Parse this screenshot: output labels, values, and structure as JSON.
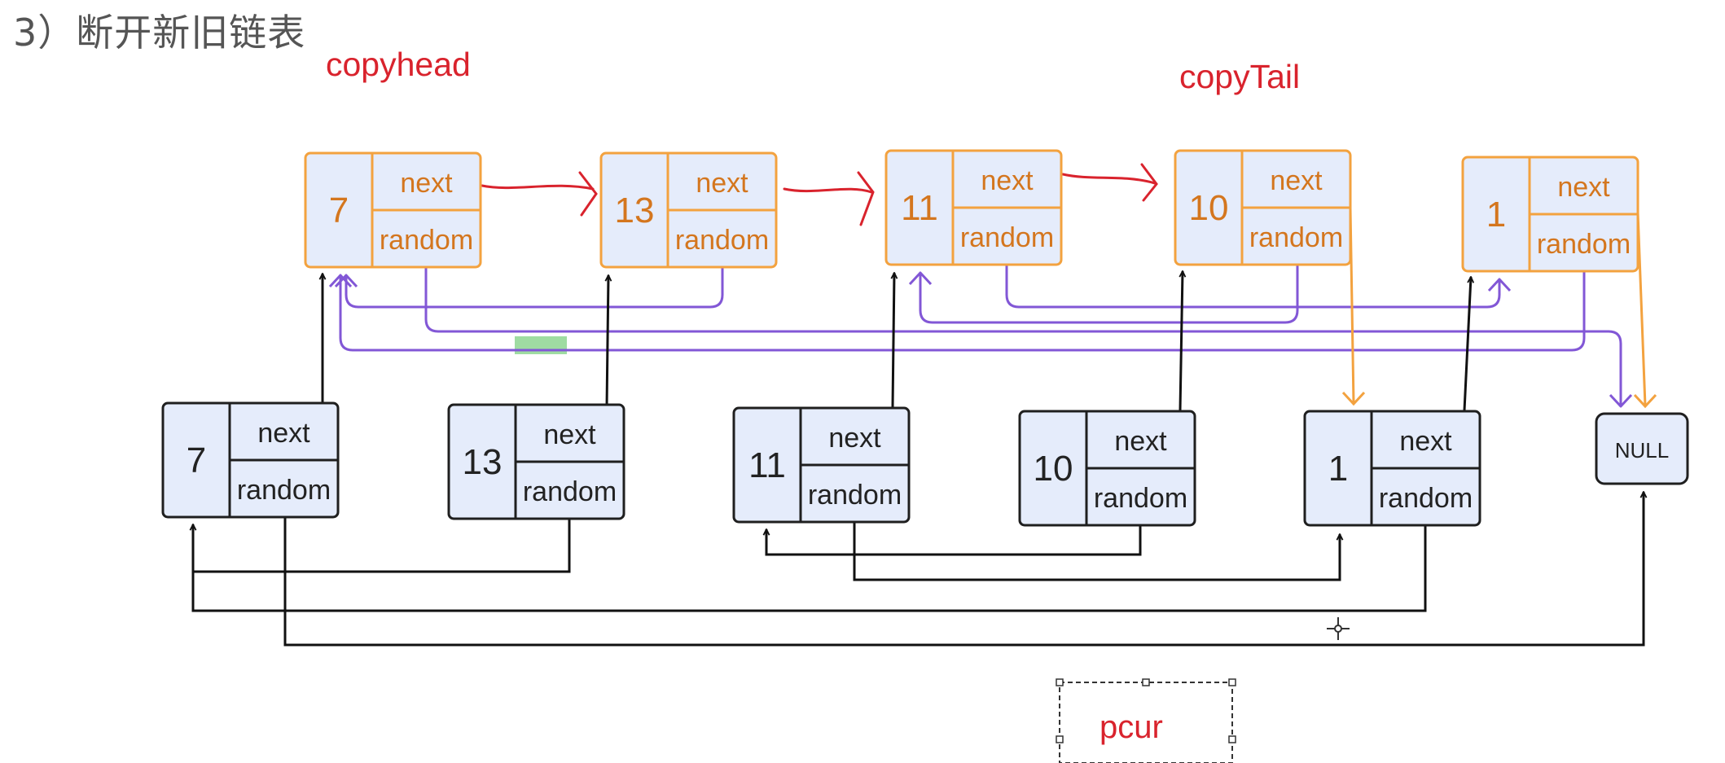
{
  "heading": "3）断开新旧链表",
  "labels": {
    "copyhead": "copyhead",
    "copyTail": "copyTail",
    "pcur": "pcur"
  },
  "field_next": "next",
  "field_random": "random",
  "null_label": "NULL",
  "copy_list": [
    "7",
    "13",
    "11",
    "10",
    "1"
  ],
  "original_list": [
    "7",
    "13",
    "11",
    "10",
    "1"
  ],
  "colors": {
    "copy_border": "#f3a23f",
    "copy_text": "#d4761e",
    "orig_border": "#1f1f1f",
    "orig_text": "#222222",
    "node_fill": "#e5ecfb",
    "label_red": "#d9232d",
    "random_purple": "#8257d6",
    "link_black": "#111111",
    "highlight_green": "#9fdca2"
  }
}
